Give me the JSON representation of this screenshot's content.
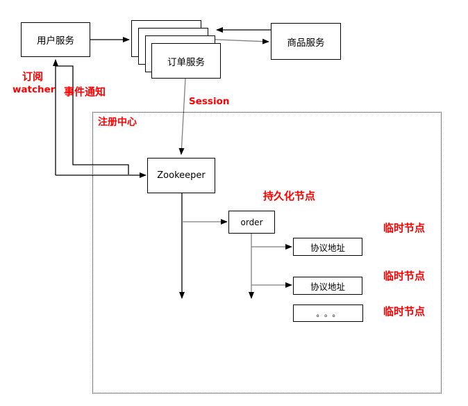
{
  "nodes": {
    "user_service": "用户服务",
    "order_service": "订单服务",
    "product_service": "商品服务",
    "zookeeper": "Zookeeper",
    "order_znode": "order",
    "protocol_address_1": "协议地址",
    "protocol_address_2": "协议地址",
    "ellipsis": "。。。"
  },
  "labels": {
    "subscribe": "订阅",
    "watcher": "watcher",
    "event_notification": "事件通知",
    "registry_center": "注册中心",
    "session": "Session",
    "persistent_node": "持久化节点",
    "ephemeral_node_1": "临时节点",
    "ephemeral_node_2": "临时节点",
    "ephemeral_node_3": "临时节点"
  },
  "colors": {
    "label_red": "#ff0000",
    "line_black": "#000000",
    "line_gray": "#7f7f7f",
    "node_border": "#000000",
    "background": "#ffffff"
  }
}
